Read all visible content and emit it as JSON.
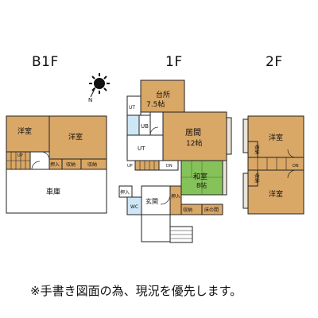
{
  "floors": {
    "b1": {
      "label": "B1F",
      "rooms": {
        "yoshitsu_left": "洋室",
        "yoshitsu_right": "洋室",
        "up": "UP",
        "oshiire": "押入",
        "shuno1": "収納",
        "shuno2": "収納",
        "garage": "車庫"
      }
    },
    "f1": {
      "label": "1F",
      "rooms": {
        "kitchen": "台所",
        "kitchen_size": "7.5帖",
        "ut": "UT",
        "ub": "UB",
        "living": "居間",
        "living_size": "12帖",
        "ut2": "UT",
        "up": "UP",
        "dn": "DN",
        "washitsu": "和室",
        "washitsu_size": "8帖",
        "oshiire": "押入",
        "wc": "WC",
        "genkan": "玄関",
        "kaidan": "押入",
        "shuno_a": "収納",
        "shuno_b": "床の間"
      }
    },
    "f2": {
      "label": "2F",
      "rooms": {
        "yoshitsu_top": "洋室",
        "yoshitsu_bottom": "洋室",
        "shuno_top": "収納",
        "shuno_bottom": "収納",
        "dn": "DN"
      }
    }
  },
  "compass_n": "N",
  "note": "※手書き図面の為、現況を優先します。"
}
